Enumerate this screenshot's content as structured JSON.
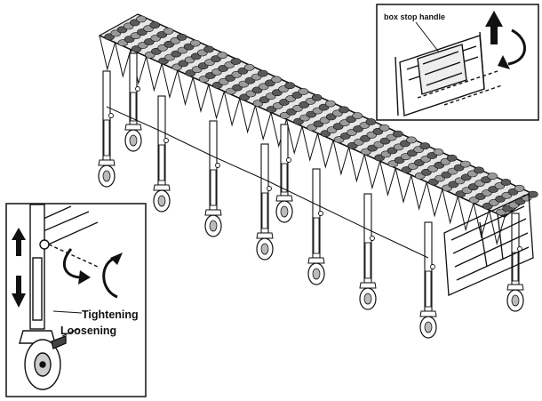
{
  "labels": {
    "box_stop_handle": "box stop handle",
    "tightening": "Tightening",
    "loosening": "Loosening"
  },
  "colors": {
    "line": "#111111",
    "roller": "#9a9a9a",
    "roller_dark": "#5a5a5a",
    "background": "#ffffff"
  },
  "icons": {
    "up_arrow": "up-arrow-icon",
    "down_arrow": "down-arrow-icon",
    "rotate_arrow": "rotate-arrow-icon"
  }
}
